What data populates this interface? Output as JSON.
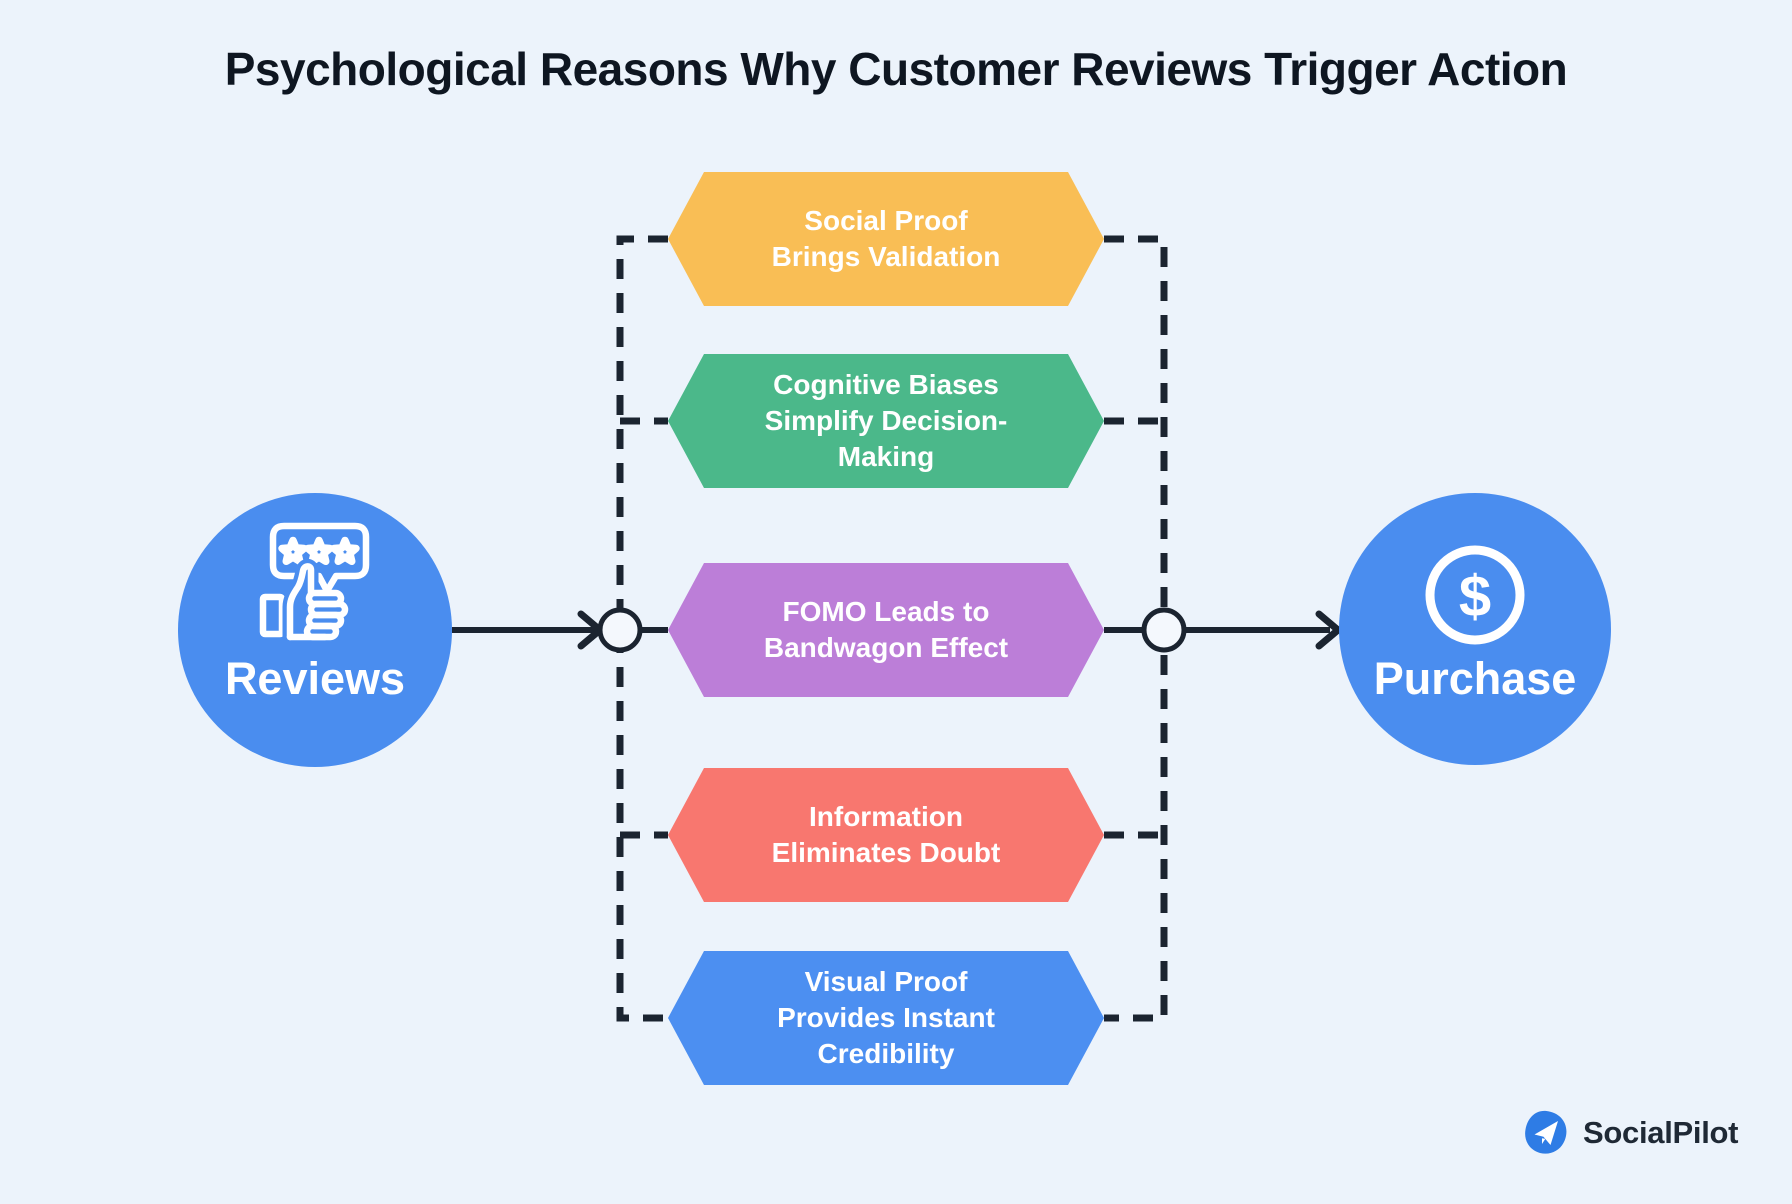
{
  "title": "Psychological Reasons Why Customer Reviews Trigger Action",
  "nodes": {
    "start": {
      "label": "Reviews",
      "icon": "review-thumbs-up-stars"
    },
    "end": {
      "label": "Purchase",
      "icon": "dollar-circle",
      "icon_glyph": "$"
    }
  },
  "reasons": [
    {
      "label": "Social Proof\nBrings Validation",
      "color": "#F9BE55"
    },
    {
      "label": "Cognitive Biases\nSimplify Decision-\nMaking",
      "color": "#4BB88A"
    },
    {
      "label": "FOMO Leads to\nBandwagon Effect",
      "color": "#BC7ED8"
    },
    {
      "label": "Information\nEliminates Doubt",
      "color": "#F8776F"
    },
    {
      "label": "Visual Proof\nProvides Instant\nCredibility",
      "color": "#4C8FF1"
    }
  ],
  "footer": {
    "brand": "SocialPilot"
  },
  "colors": {
    "background": "#ECF3FB",
    "line": "#1B2430",
    "node_fill": "#F4F8FD",
    "circle_blue": "#4A8DEF",
    "icon_white": "#FFFFFF",
    "logo_blue": "#2E7CE5",
    "title_text": "#0E1621"
  }
}
